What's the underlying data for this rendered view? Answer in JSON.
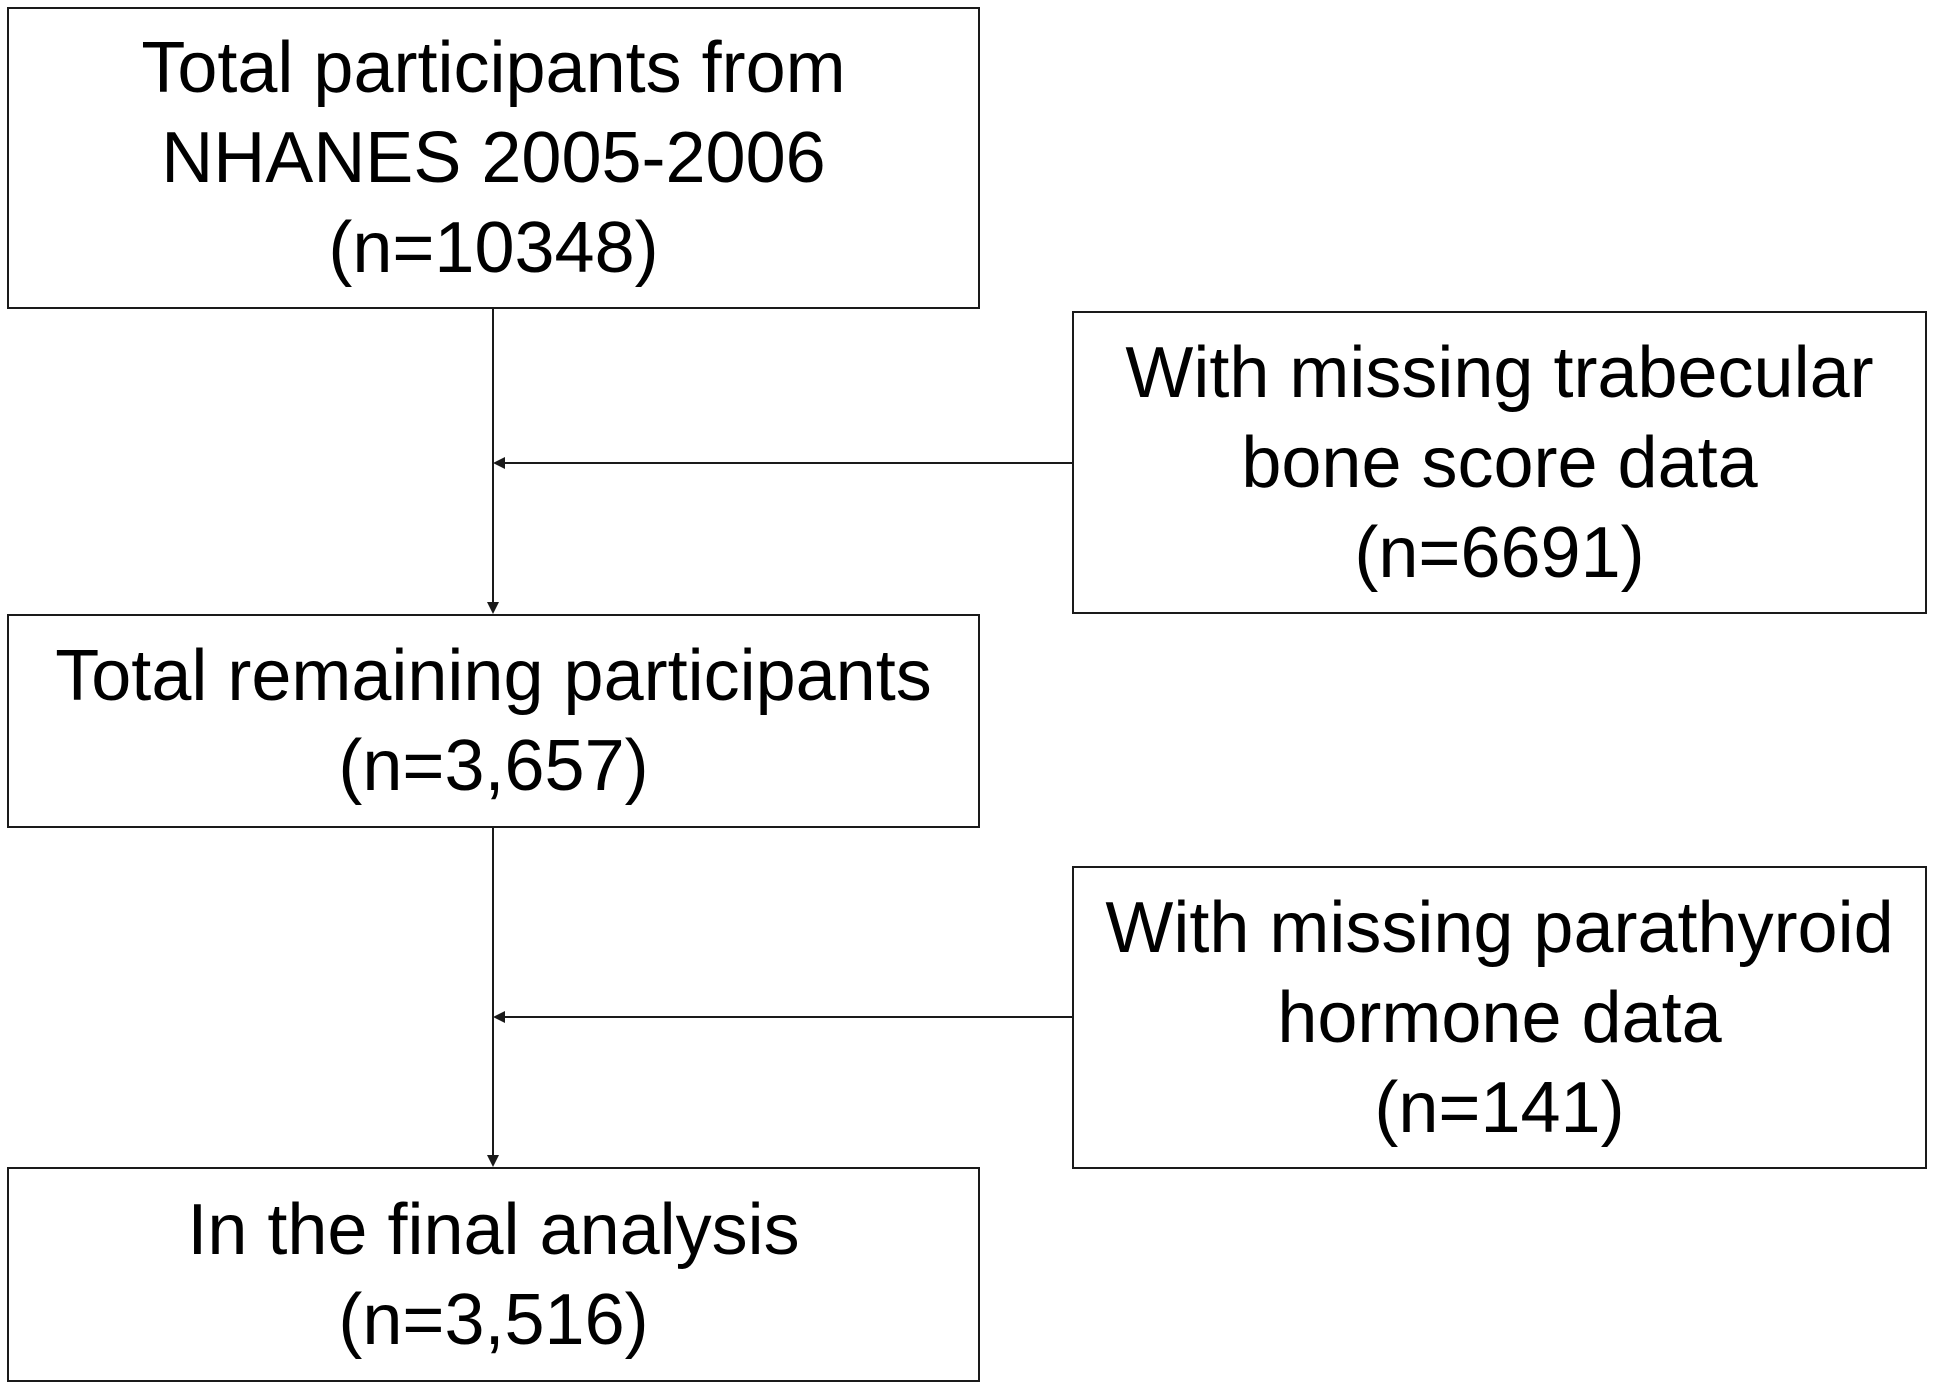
{
  "boxes": {
    "total_participants": {
      "lines": [
        "Total participants from",
        "NHANES 2005-2006",
        "(n=10348)"
      ]
    },
    "exclusion_tbs": {
      "lines": [
        "With missing trabecular",
        "bone score data",
        "(n=6691)"
      ]
    },
    "remaining_participants": {
      "lines": [
        "Total remaining participants",
        "(n=3,657)"
      ]
    },
    "exclusion_pth": {
      "lines": [
        "With missing parathyroid",
        "hormone data",
        "(n=141)"
      ]
    },
    "final_analysis": {
      "lines": [
        "In the final analysis",
        "(n=3,516)"
      ]
    }
  },
  "colors": {
    "border": "#1a1a1a",
    "arrow": "#1a1a1a",
    "text": "#000000",
    "background": "#ffffff"
  }
}
